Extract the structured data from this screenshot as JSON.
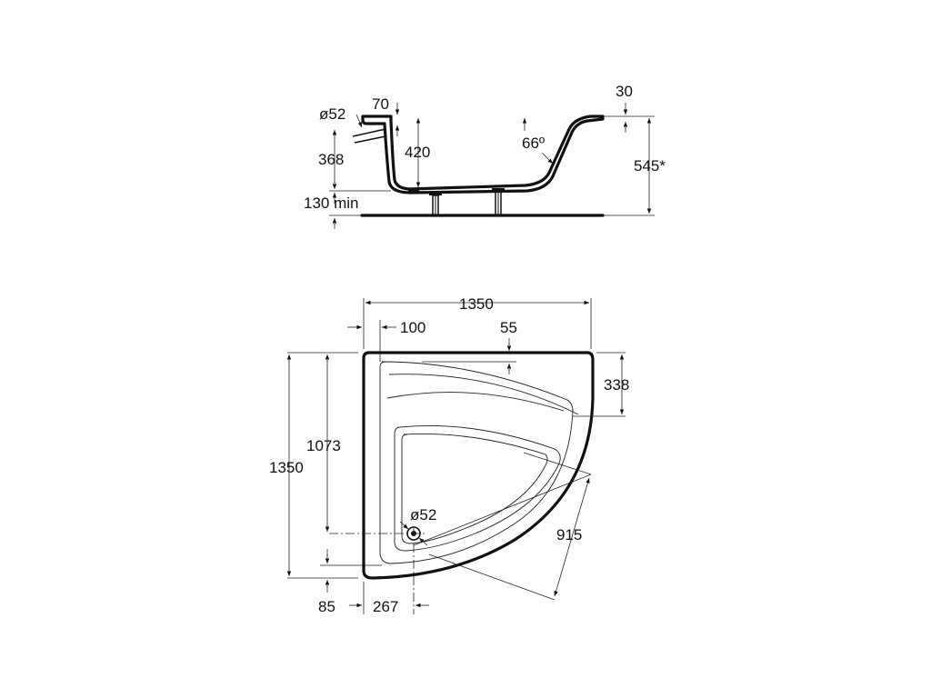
{
  "side_view": {
    "labels": {
      "overflow_dia": "ø52",
      "rim_width": "70",
      "rim_right": "30",
      "inner_depth": "420",
      "overflow_height": "368",
      "angle": "66º",
      "total_height": "545*",
      "floor_clearance": "130 min"
    }
  },
  "top_view": {
    "labels": {
      "width": "1350",
      "rim_offset": "100",
      "backrest_gap": "55",
      "seat_depth": "338",
      "drain_y": "1073",
      "height": "1350",
      "drain_dia": "ø52",
      "radius_diag": "915",
      "bottom_left": "85",
      "drain_x": "267"
    }
  }
}
